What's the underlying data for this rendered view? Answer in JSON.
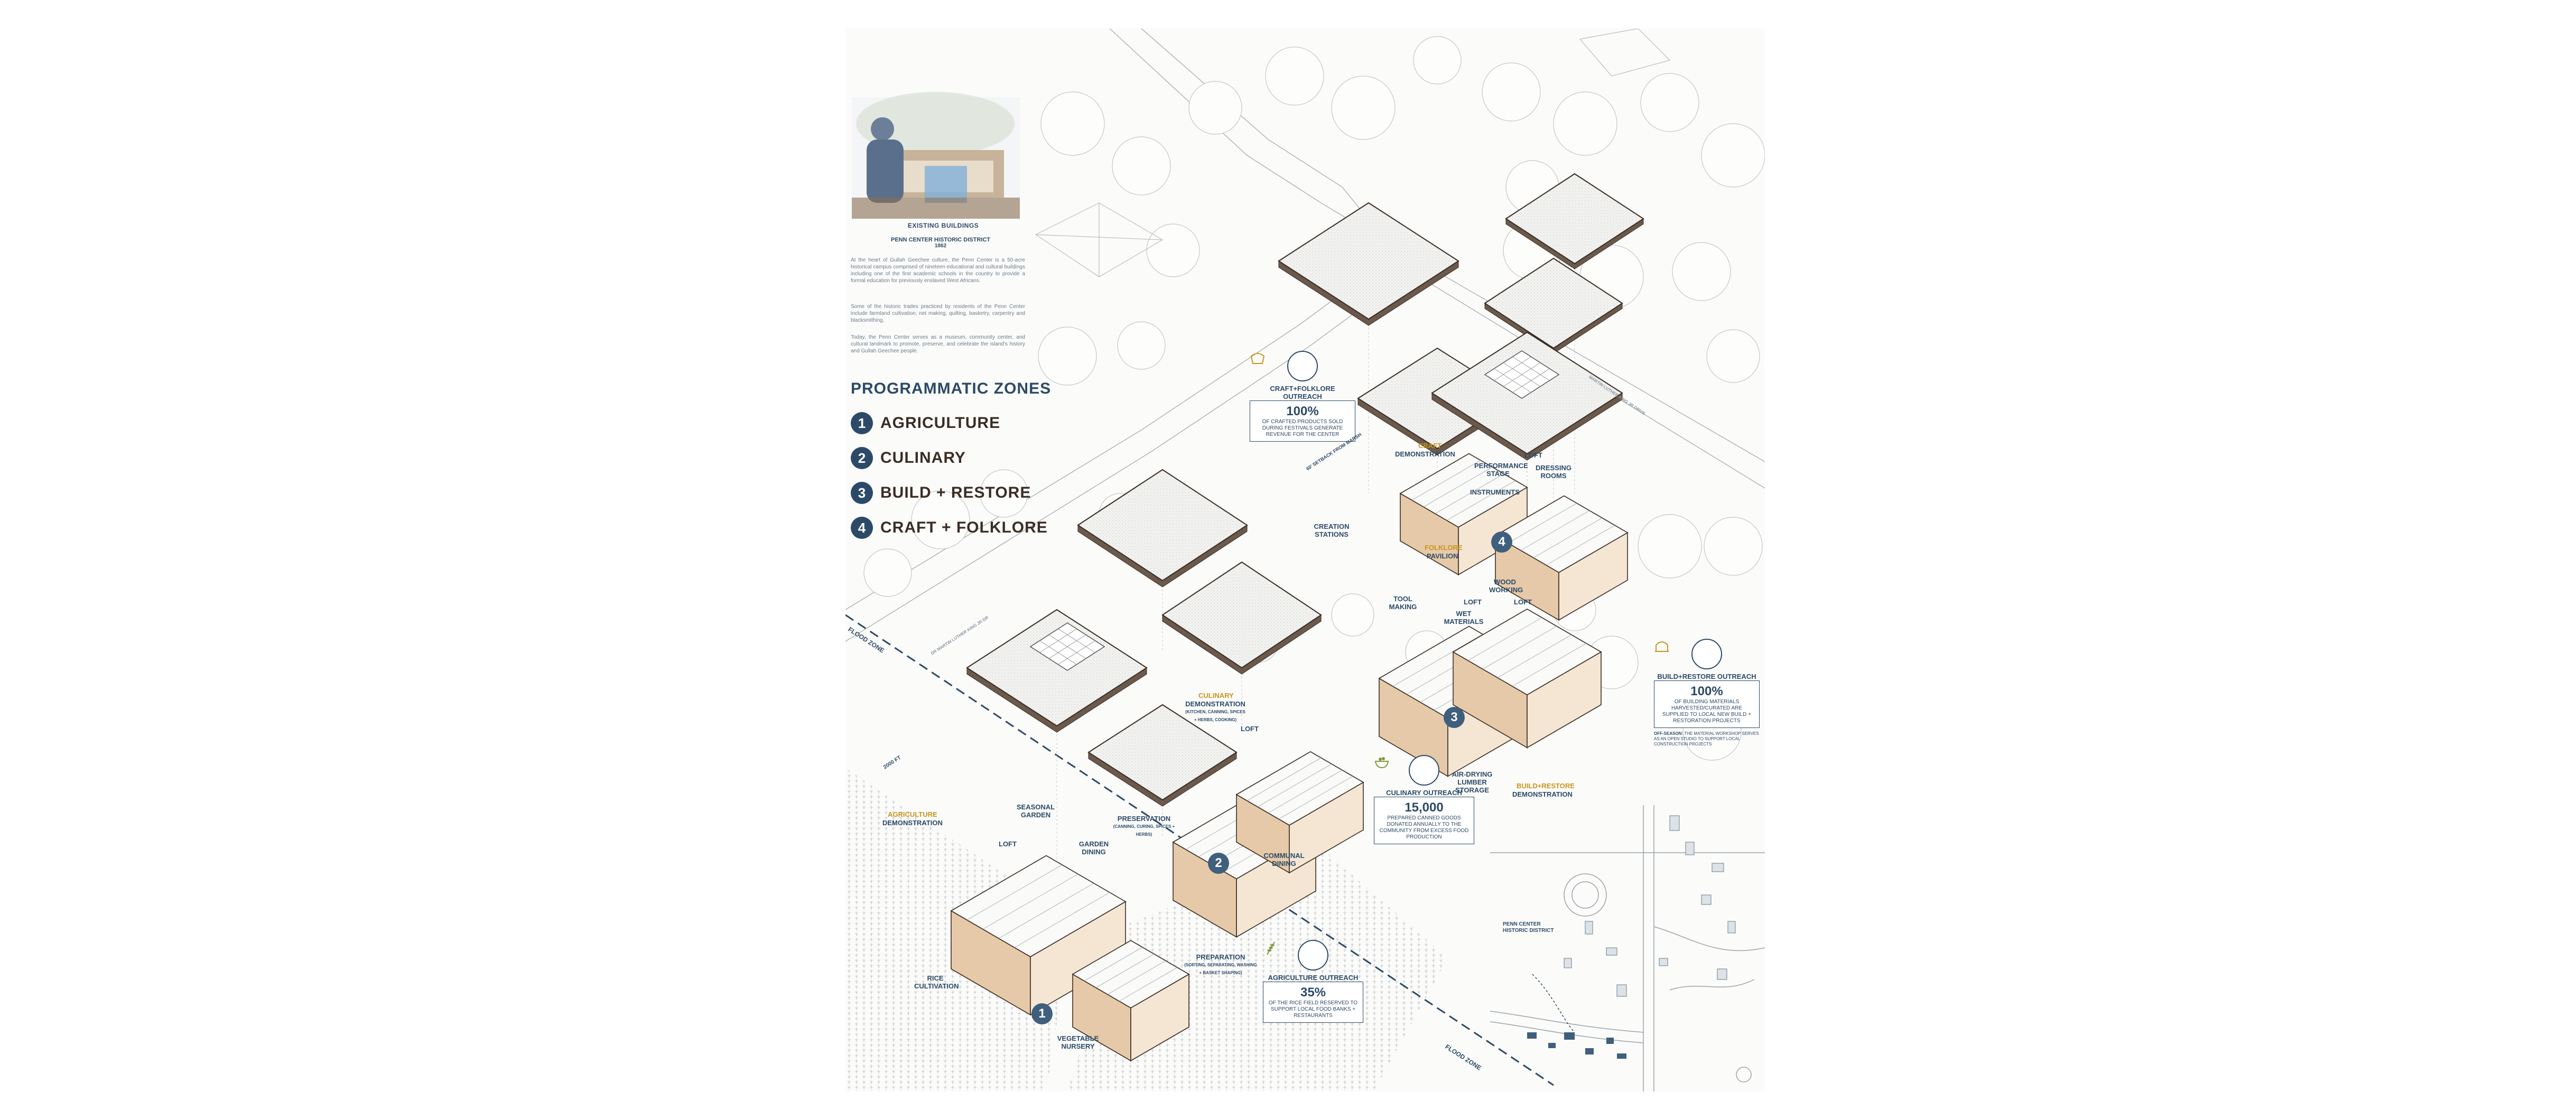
{
  "existing": {
    "title": "EXISTING BUILDINGS",
    "district": "PENN CENTER HISTORIC DISTRICT",
    "year": "1862",
    "para1": "At the heart of Gullah Geechee culture, the Penn Center is a 50-acre historical campus comprised of nineteen educational and cultural buildings including one of the first academic schools in the country to provide a formal education for previously enslaved West Africans.",
    "para2": "Some of the historic trades practiced by residents of the Penn Center include farmland cultivation, net making, quilting, basketry, carpentry and blacksmithing.",
    "para3": "Today, the Penn Center serves as a museum, community center, and cultural landmark to promote, preserve, and celebrate the island's history and Gullah Geechee people."
  },
  "zones": {
    "title": "PROGRAMMATIC ZONES",
    "items": [
      {
        "num": "1",
        "label": "AGRICULTURE"
      },
      {
        "num": "2",
        "label": "CULINARY"
      },
      {
        "num": "3",
        "label": "BUILD + RESTORE"
      },
      {
        "num": "4",
        "label": "CRAFT + FOLKLORE"
      }
    ]
  },
  "stats": {
    "craft": {
      "title": "CRAFT+FOLKLORE OUTREACH",
      "value": "100%",
      "desc": "OF CRAFTED PRODUCTS SOLD DURING FESTIVALS GENERATE REVENUE FOR THE CENTER"
    },
    "build": {
      "title": "BUILD+RESTORE OUTREACH",
      "value": "100%",
      "desc": "OF BUILDING MATERIALS HARVESTED/CURATED ARE SUPPLIED TO LOCAL NEW BUILD + RESTORATION PROJECTS",
      "note_title": "OFF-SEASON:",
      "note": "THE MATERIAL WORKSHOP SERVES AS AN OPEN STUDIO TO SUPPORT LOCAL CONSTRUCTION PROJECTS"
    },
    "culinary": {
      "title": "CULINARY OUTREACH",
      "value": "15,000",
      "desc": "PREPARED CANNED GOODS DONATED ANNUALLY TO THE COMMUNITY FROM EXCESS FOOD PRODUCTION"
    },
    "agri": {
      "title": "AGRICULTURE OUTREACH",
      "value": "35%",
      "desc": "OF THE RICE FIELD RESERVED TO SUPPORT LOCAL FOOD BANKS + RESTAURANTS"
    }
  },
  "labels": {
    "craft_demo": "CRAFT",
    "craft_demo2": "DEMONSTRATION",
    "performance_stage": "PERFORMANCE STAGE",
    "loft_a": "LOFT",
    "dressing_rooms": "DRESSING ROOMS",
    "instruments": "INSTRUMENTS",
    "creation_stations": "CREATION STATIONS",
    "folklore": "FOLKLORE",
    "pavilion": "PAVILION",
    "wood_working": "WOOD WORKING",
    "loft_b": "LOFT",
    "tool_making": "TOOL MAKING",
    "loft_c": "LOFT",
    "wet_materials": "WET MATERIALS",
    "culinary_demo": "CULINARY",
    "culinary_demo2": "DEMONSTRATION",
    "culinary_sub": "(KITCHEN, CANNING, SPICES + HERBS, COOKING)",
    "loft_d": "LOFT",
    "air_drying": "AIR-DRYING LUMBER STORAGE",
    "build_demo": "BUILD+RESTORE",
    "build_demo2": "DEMONSTRATION",
    "agri_demo": "AGRICULTURE",
    "agri_demo2": "DEMONSTRATION",
    "seasonal_garden": "SEASONAL GARDEN",
    "loft_e": "LOFT",
    "garden_dining": "GARDEN DINING",
    "preservation": "PRESERVATION",
    "preservation_sub": "(CANNING, CURING, SPICES + HERBS)",
    "communal_dining": "COMMUNAL DINING",
    "preparation": "PREPARATION",
    "preparation_sub": "(SORTING, SEPARATING, WASHING + BASKET SHAPING)",
    "rice_cultivation": "RICE CULTIVATION",
    "vegetable_nursery": "VEGETABLE NURSERY",
    "flood_zone_a": "FLOOD ZONE",
    "flood_zone_b": "FLOOD ZONE",
    "penn_center": "PENN CENTER",
    "penn_center2": "HISTORIC DISTRICT",
    "road_a": "MARTIN LUTHER KING JR DRIVE",
    "road_b": "DR MARTIN LUTHER KING JR DR",
    "dist_a": "60' SETBACK FROM MARSH",
    "dist_b": "2000 FT"
  },
  "zone_markers": [
    "1",
    "2",
    "3",
    "4"
  ],
  "colors": {
    "navy": "#2c4a68",
    "gold": "#c8951c",
    "wood": "#e6c9a8",
    "line": "#9aa3ab"
  }
}
